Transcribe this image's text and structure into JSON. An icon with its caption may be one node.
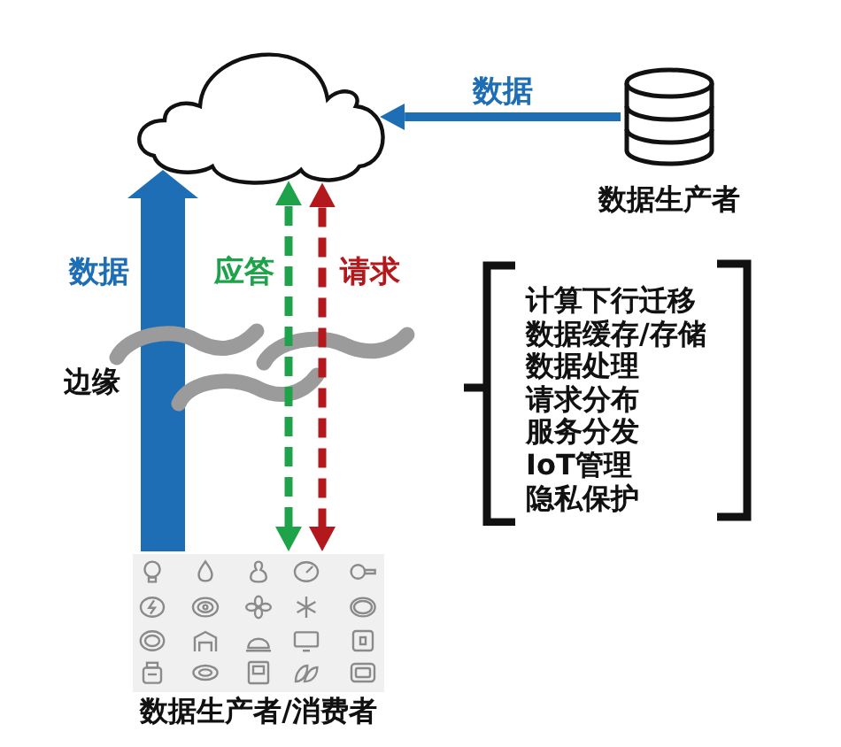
{
  "diagram": {
    "nodes": [
      {
        "text": [],
        "shape": "cloud"
      },
      {
        "text": [],
        "shape": "cylinder",
        "beside": [
          "数据生产者"
        ]
      },
      {
        "text": [
          "计算下行迁移",
          "数据缓存/存储",
          "数据处理",
          "请求分布",
          "服务分发",
          "IoT管理",
          "隐私保护"
        ]
      },
      {
        "text": [],
        "shape": "picture",
        "beside": [
          "数据生产者/消费者"
        ]
      }
    ],
    "edges": [
      {
        "from": 1,
        "to": 0,
        "arrow": "to",
        "label": "数据",
        "color": "#1e6eb6"
      },
      {
        "from": 3,
        "to": 0,
        "arrow": "to",
        "label": "数据",
        "style": "thick",
        "color": "#1e6eb6"
      },
      {
        "from": 3,
        "to": 0,
        "arrow": "both",
        "label": "应答",
        "style": "dashed",
        "color": "#1fa34a"
      },
      {
        "from": 0,
        "to": 3,
        "arrow": "both",
        "label": "请求",
        "style": "dashed",
        "color": "#b3191c"
      }
    ],
    "labels": [
      "边缘"
    ]
  }
}
